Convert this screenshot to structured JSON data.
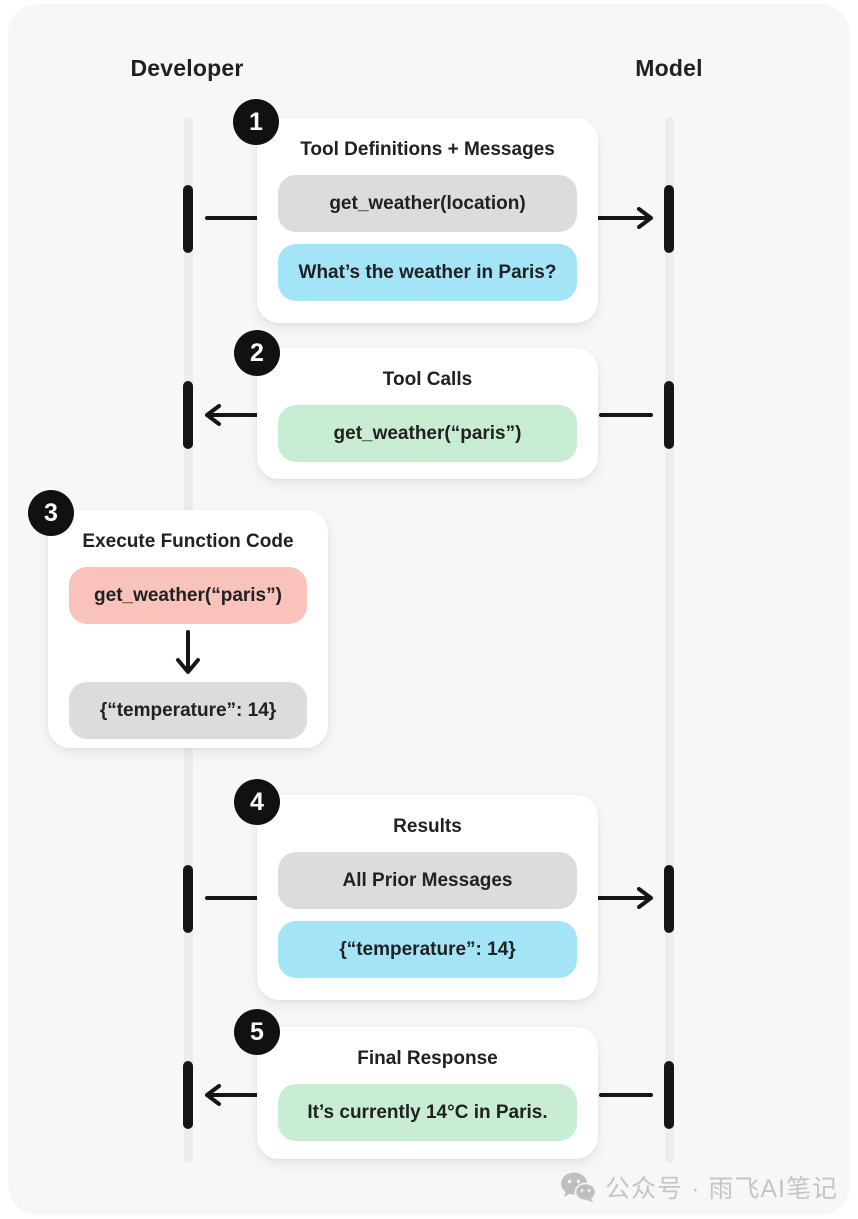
{
  "lanes": {
    "developer": "Developer",
    "model": "Model"
  },
  "steps": [
    {
      "number": "1",
      "title": "Tool Definitions + Messages",
      "direction": "developer-to-model",
      "pills": [
        {
          "text": "get_weather(location)",
          "color": "gray"
        },
        {
          "text": "What’s the weather in Paris?",
          "color": "blue"
        }
      ]
    },
    {
      "number": "2",
      "title": "Tool Calls",
      "direction": "model-to-developer",
      "pills": [
        {
          "text": "get_weather(“paris”)",
          "color": "green"
        }
      ]
    },
    {
      "number": "3",
      "title": "Execute Function Code",
      "direction": "local-execution",
      "pills": [
        {
          "text": "get_weather(“paris”)",
          "color": "red"
        },
        {
          "text": "{“temperature”: 14}",
          "color": "gray"
        }
      ]
    },
    {
      "number": "4",
      "title": "Results",
      "direction": "developer-to-model",
      "pills": [
        {
          "text": "All Prior Messages",
          "color": "gray"
        },
        {
          "text": "{“temperature”: 14}",
          "color": "blue"
        }
      ]
    },
    {
      "number": "5",
      "title": "Final Response",
      "direction": "model-to-developer",
      "pills": [
        {
          "text": "It’s currently 14°C in Paris.",
          "color": "green"
        }
      ]
    }
  ],
  "watermark": {
    "icon": "wechat-icon",
    "text": "公众号 · 雨飞AI笔记"
  },
  "colors": {
    "panel-bg": "#f7f7f8",
    "card-bg": "#ffffff",
    "text": "#202123",
    "pill-gray": "#dcdcdc",
    "pill-blue": "#a4e4f7",
    "pill-green": "#c9edd3",
    "pill-red": "#f9c3bc",
    "badge-bg": "#111111",
    "badge-text": "#ffffff",
    "lifeline": "#ececee",
    "stroke": "#161616",
    "watermark": "#c5c5c7"
  }
}
